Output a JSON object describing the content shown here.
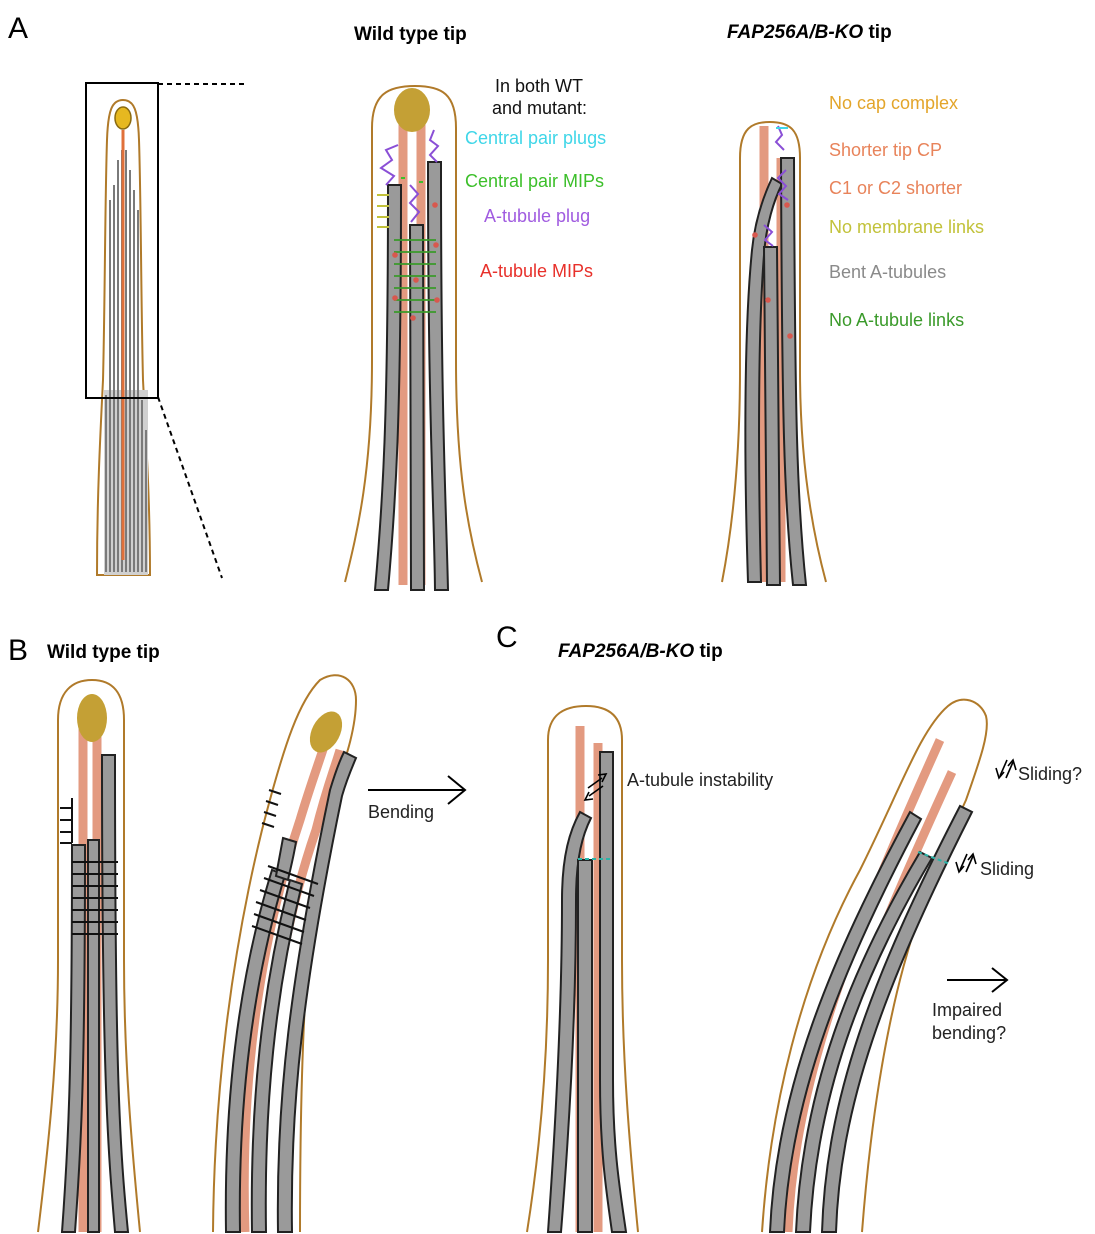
{
  "panels": {
    "a": {
      "label": "A"
    },
    "b": {
      "label": "B"
    },
    "c": {
      "label": "C"
    }
  },
  "titles": {
    "wt_tip": "Wild type tip",
    "ko_tip_italic": "FAP256A/B-KO",
    "ko_tip_suffix": " tip"
  },
  "legend_wt": {
    "header_line1": "In both WT",
    "header_line2": "and mutant:",
    "items": [
      {
        "text": "Central pair plugs",
        "color": "#3fd6e8"
      },
      {
        "text": "Central pair MIPs",
        "color": "#3cbf2a"
      },
      {
        "text": "A-tubule plug",
        "color": "#a05be0"
      },
      {
        "text": "A-tubule MIPs",
        "color": "#e8302a"
      }
    ]
  },
  "legend_ko": {
    "items": [
      {
        "text": "No cap complex",
        "color": "#e3a52a"
      },
      {
        "text": "Shorter tip CP",
        "color": "#e8835a"
      },
      {
        "text": "C1 or C2 shorter",
        "color": "#e8835a"
      },
      {
        "text": "No membrane links",
        "color": "#c2c23a"
      },
      {
        "text": "Bent A-tubules",
        "color": "#8a8a8a"
      },
      {
        "text": "No A-tubule links",
        "color": "#3a9a2a"
      }
    ]
  },
  "annotations": {
    "bending": "Bending",
    "instability": "A-tubule instability",
    "sliding_q": "Sliding?",
    "sliding": "Sliding",
    "impaired_line1": "Impaired",
    "impaired_line2": "bending?"
  },
  "colors": {
    "tubule": "#9a9a9a",
    "central_pair": "#e39a80",
    "membrane": "#b07a2a",
    "cap": "#c4a035"
  }
}
